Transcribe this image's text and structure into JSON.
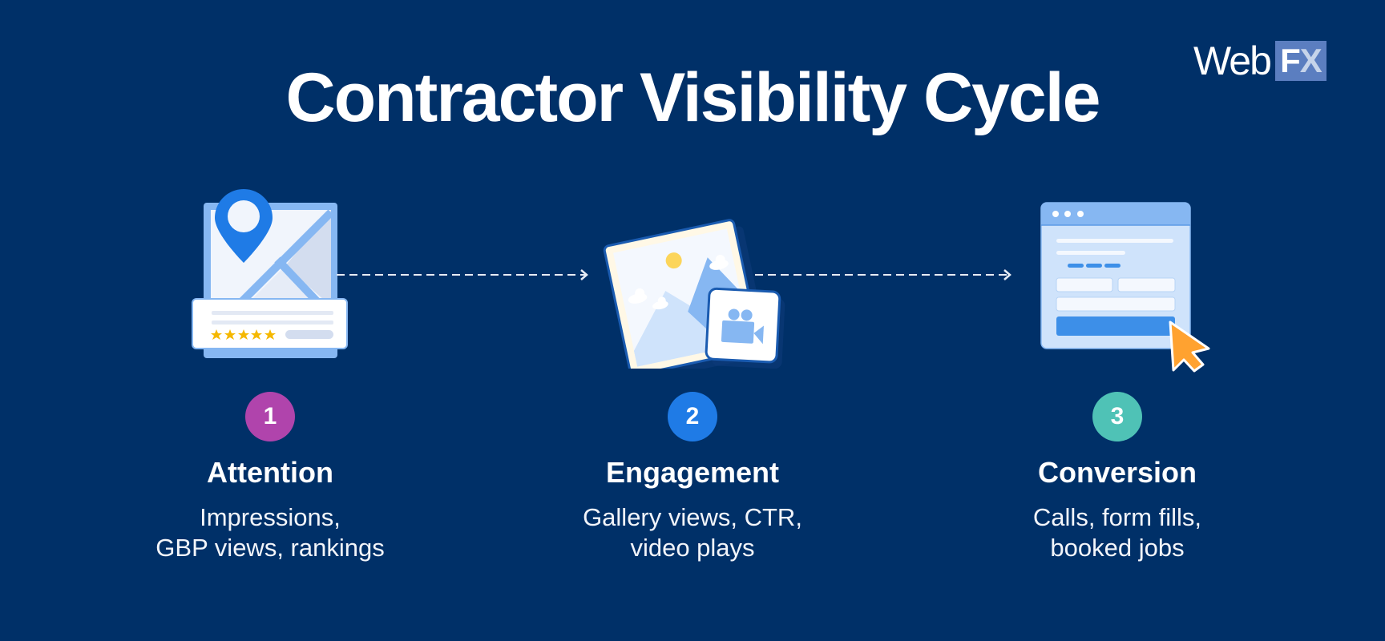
{
  "title": "Contractor Visibility Cycle",
  "logo": {
    "text_web": "Web",
    "text_f": "F",
    "text_x": "X"
  },
  "colors": {
    "background": "#003068",
    "badge_1": "#B044AC",
    "badge_2": "#1F7BE6",
    "badge_3": "#4FC2B6",
    "logo_box": "#5B7EC0",
    "cursor": "#FFA230",
    "star": "#F5B800"
  },
  "steps": [
    {
      "number": "1",
      "heading": "Attention",
      "desc_line1": "Impressions,",
      "desc_line2": "GBP views, rankings",
      "icon": "map-pin-listing-icon"
    },
    {
      "number": "2",
      "heading": "Engagement",
      "desc_line1": "Gallery views, CTR,",
      "desc_line2": "video plays",
      "icon": "photo-gallery-video-icon"
    },
    {
      "number": "3",
      "heading": "Conversion",
      "desc_line1": "Calls, form fills,",
      "desc_line2": "booked jobs",
      "icon": "web-form-cursor-icon"
    }
  ],
  "connectors": [
    {
      "from": "Attention",
      "to": "Engagement",
      "style": "dashed-arrow"
    },
    {
      "from": "Engagement",
      "to": "Conversion",
      "style": "dashed-arrow"
    }
  ]
}
